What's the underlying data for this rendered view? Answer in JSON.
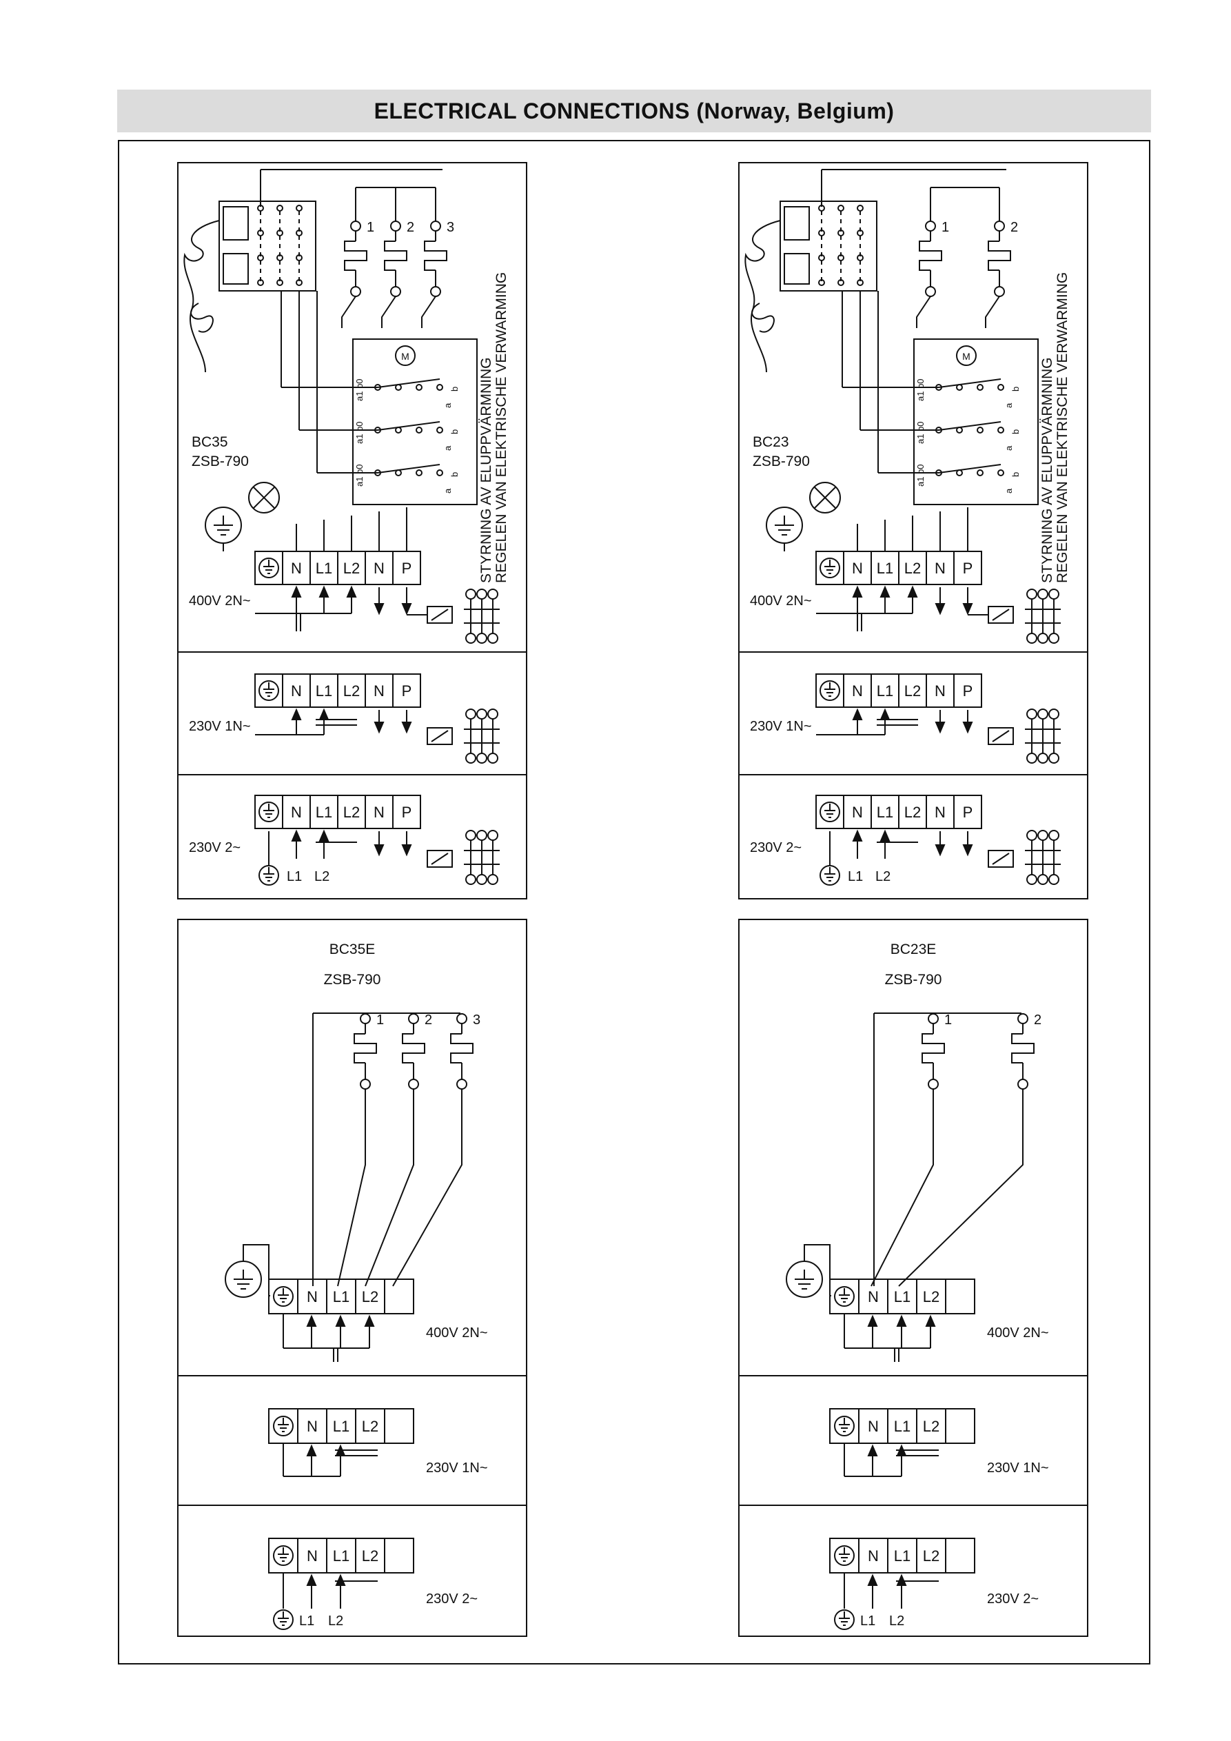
{
  "page": {
    "title": "ELECTRICAL CONNECTIONS (Norway, Belgium)"
  },
  "vertical_text": {
    "line1": "STYRNING AV ELUPPVÄRMNING",
    "line2": "REGELEN VAN ELEKTRISCHE VERWARMING"
  },
  "terminal_labels": {
    "earth": "",
    "n": "N",
    "l1": "L1",
    "l2": "L2",
    "n2": "N",
    "p": "P"
  },
  "switch_labels": [
    "a1",
    "b0",
    "a",
    "b"
  ],
  "motor_label": "M",
  "panels": [
    {
      "model": "BC35",
      "code": "ZSB-790",
      "elements": [
        "1",
        "2",
        "3"
      ],
      "supplies": [
        "400V 2N~",
        "230V 1N~",
        "230V 2~"
      ],
      "feed_labels": [
        "L1",
        "L2"
      ]
    },
    {
      "model": "BC23",
      "code": "ZSB-790",
      "elements": [
        "1",
        "2"
      ],
      "supplies": [
        "400V 2N~",
        "230V 1N~",
        "230V 2~"
      ],
      "feed_labels": [
        "L1",
        "L2"
      ]
    },
    {
      "model": "BC35E",
      "code": "ZSB-790",
      "elements": [
        "1",
        "2",
        "3"
      ],
      "supplies": [
        "400V 2N~",
        "230V 1N~",
        "230V 2~"
      ],
      "feed_labels": [
        "L1",
        "L2"
      ]
    },
    {
      "model": "BC23E",
      "code": "ZSB-790",
      "elements": [
        "1",
        "2"
      ],
      "supplies": [
        "400V 2N~",
        "230V 1N~",
        "230V 2~"
      ],
      "feed_labels": [
        "L1",
        "L2"
      ]
    }
  ]
}
